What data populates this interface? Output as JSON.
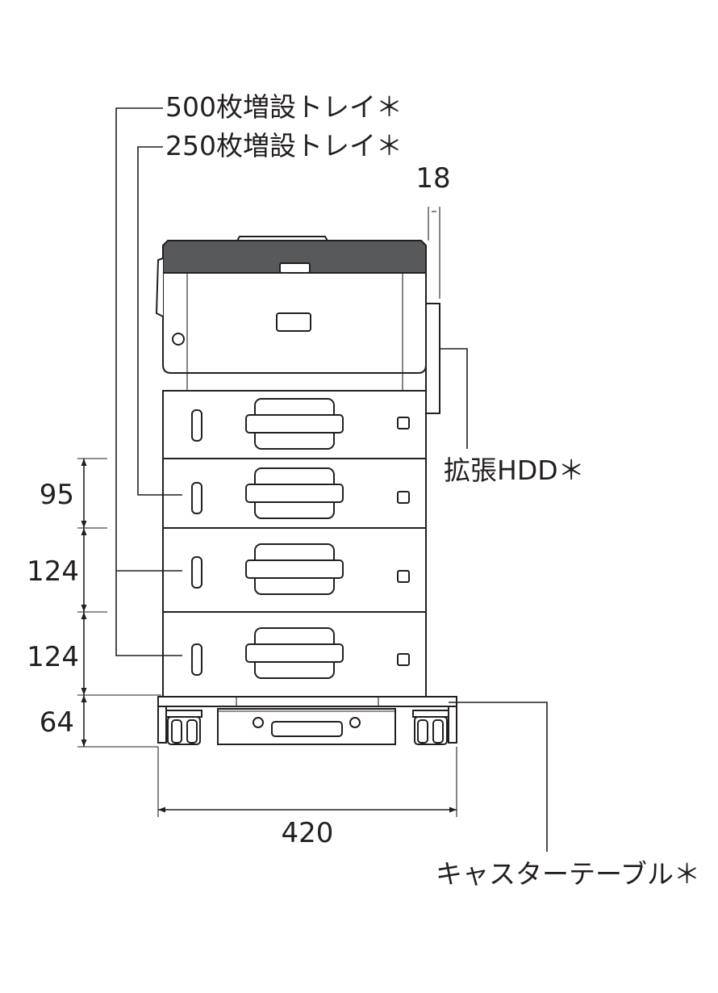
{
  "labels": {
    "tray500": "500枚増設トレイ＊",
    "tray250": "250枚増設トレイ＊",
    "hdd": "拡張HDD＊",
    "caster": "キャスターテーブル＊"
  },
  "dimensions": {
    "top_offset": "18",
    "tray250_height": "95",
    "tray500_upper_height": "124",
    "tray500_lower_height": "124",
    "caster_height": "64",
    "width": "420"
  },
  "colors": {
    "line": "#231f20",
    "top_panel": "#58595b"
  }
}
